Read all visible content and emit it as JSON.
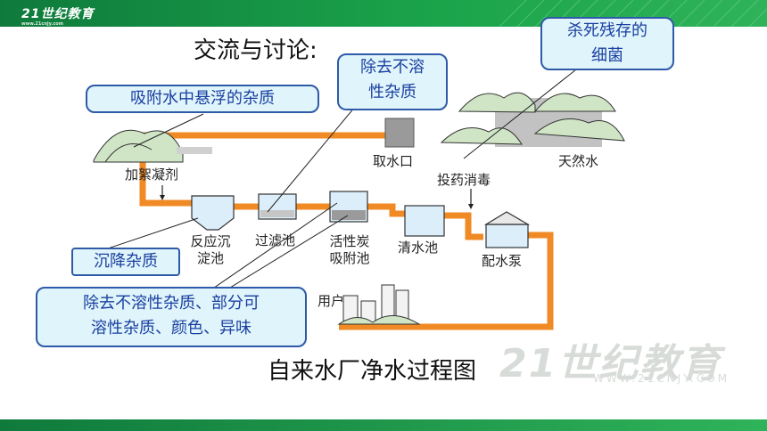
{
  "header": {
    "logo_text": "21世纪教育",
    "logo_url": "www.21cnjy.com"
  },
  "heading": "交流与讨论:",
  "caption": "自来水厂净水过程图",
  "watermark": {
    "text": "21世纪教育",
    "url": "WWW.21CNJY.COM"
  },
  "callouts": {
    "adsorb_suspended": "吸附水中悬浮的杂质",
    "remove_insoluble": [
      "除去不溶",
      "性杂质"
    ],
    "kill_bacteria": [
      "杀死残存的",
      "细菌"
    ],
    "settle": "沉降杂质",
    "remove_soluble": [
      "除去不溶性杂质、部分可",
      "溶性杂质、颜色、异味"
    ]
  },
  "labels": {
    "coagulant": "加絮凝剂",
    "intake": "取水口",
    "natural_water": "天然水",
    "disinfect": "投药消毒",
    "sedimentation": [
      "反应沉",
      "淀池"
    ],
    "filter": "过滤池",
    "carbon": [
      "活性炭",
      "吸附池"
    ],
    "clear_water": "清水池",
    "pump": "配水泵",
    "user": "用户"
  },
  "colors": {
    "pipe": "#f08a24",
    "callout_border": "#2e5aa7",
    "callout_bg": "#dff4fb",
    "callout_text": "#1a3fa0",
    "bar": "#1aa34a"
  }
}
